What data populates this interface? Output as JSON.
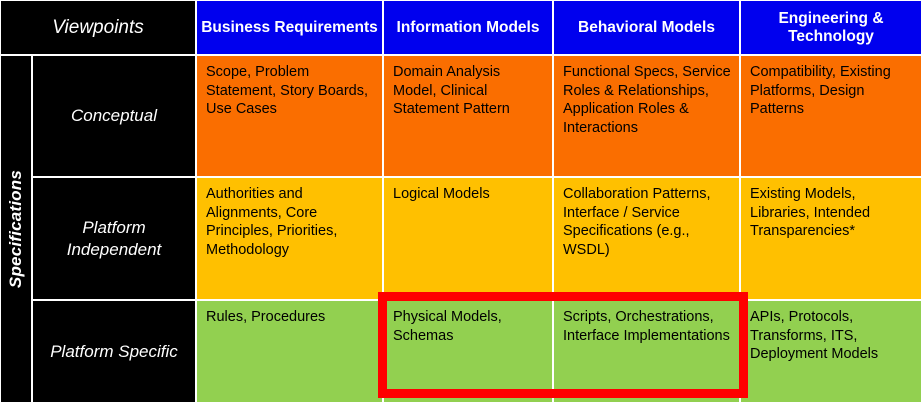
{
  "matrix": {
    "corner_label": "Viewpoints",
    "spine_label": "Specifications",
    "columns": [
      {
        "id": "business-requirements",
        "label": "Business Requirements"
      },
      {
        "id": "information-models",
        "label": "Information Models"
      },
      {
        "id": "behavioral-models",
        "label": "Behavioral Models"
      },
      {
        "id": "engineering-technology",
        "label": "Engineering & Technology"
      }
    ],
    "rows": [
      {
        "id": "conceptual",
        "label": "Conceptual",
        "tone": "orange",
        "cells": [
          "Scope, Problem Statement, Story Boards, Use Cases",
          "Domain Analysis Model, Clinical Statement Pattern",
          "Functional Specs, Service Roles & Relationships, Application Roles & Interactions",
          "Compatibility, Existing Platforms, Design Patterns"
        ]
      },
      {
        "id": "platform-independent",
        "label": "Platform Independent",
        "tone": "yellow",
        "cells": [
          "Authorities and Alignments,  Core Principles, Priorities, Methodology",
          "Logical Models",
          "Collaboration Patterns, Interface / Service Specifications (e.g., WSDL)",
          "Existing Models, Libraries, Intended Transparencies*"
        ]
      },
      {
        "id": "platform-specific",
        "label": "Platform Specific",
        "tone": "green",
        "cells": [
          "Rules, Procedures",
          "Physical Models, Schemas",
          "Scripts, Orchestrations, Interface Implementations",
          "APIs, Protocols, Transforms, ITS, Deployment Models"
        ]
      }
    ],
    "colors": {
      "header_blue": "#0000EE",
      "conceptual_orange": "#FA6E00",
      "platform_independent_yellow": "#FFC000",
      "platform_specific_green": "#92D050",
      "label_black": "#000000",
      "highlight_red": "#FF0000"
    },
    "highlight": {
      "id": "platform-specific-models-highlight",
      "covers": [
        "Physical Models, Schemas",
        "Scripts, Orchestrations, Interface Implementations"
      ]
    }
  }
}
